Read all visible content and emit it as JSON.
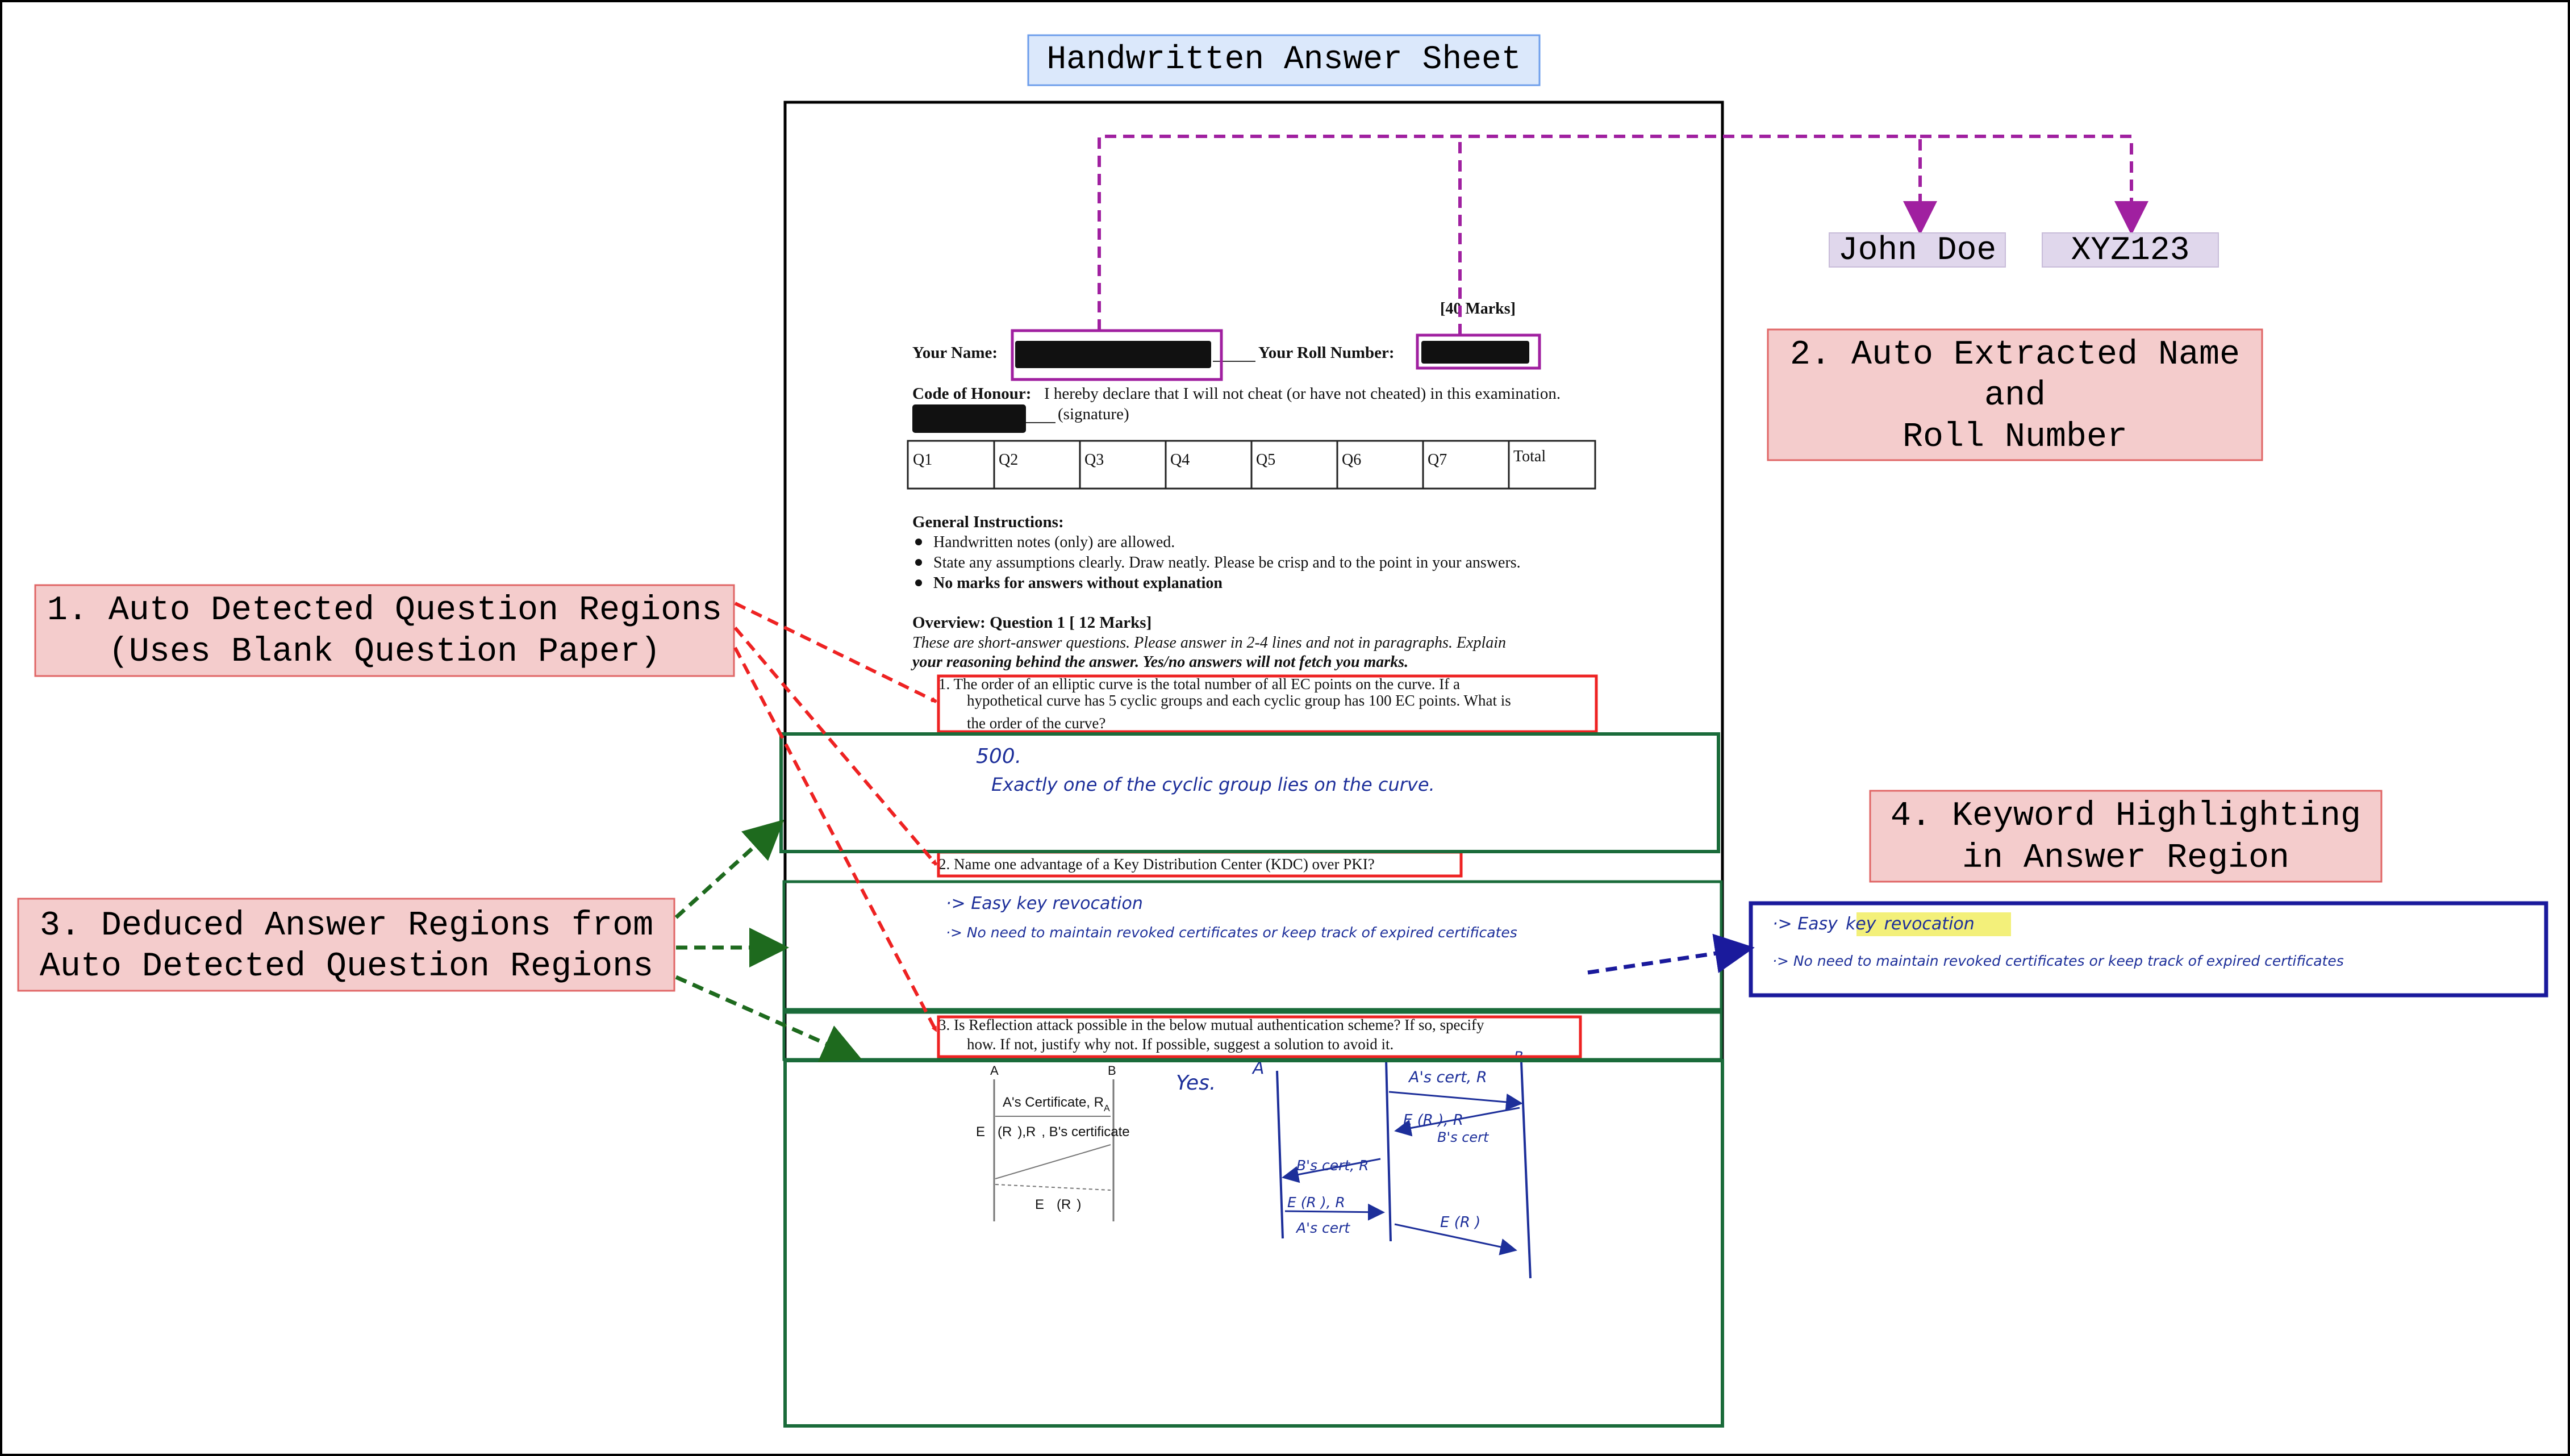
{
  "title": "Handwritten Answer Sheet",
  "callouts": {
    "question_regions": [
      "1. Auto Detected Question Regions",
      "(Uses Blank Question Paper)"
    ],
    "answer_regions": [
      "3. Deduced Answer Regions from",
      "Auto Detected Question Regions"
    ],
    "name_roll": [
      "2. Auto Extracted Name",
      "and",
      "Roll Number"
    ],
    "keyword": [
      "4. Keyword Highlighting",
      "in Answer Region"
    ]
  },
  "extracted": {
    "name": "John Doe",
    "roll": "XYZ123"
  },
  "sheet": {
    "marks": "[40 Marks]",
    "name_label": "Your Name:",
    "roll_label": "Your Roll Number:",
    "honour_label": "Code of Honour:",
    "honour_text": "I hereby declare that I will not cheat (or have not cheated) in this examination.",
    "signature": "(signature)",
    "score_headers": [
      "Q1",
      "Q2",
      "Q3",
      "Q4",
      "Q5",
      "Q6",
      "Q7",
      "Total"
    ],
    "instructions_title": "General Instructions:",
    "instructions": [
      "Handwritten notes (only) are allowed.",
      "State any assumptions clearly. Draw neatly. Please be crisp and to the point in your answers.",
      "No marks for answers without explanation"
    ],
    "overview_title": "Overview: Question 1 [ 12 Marks]",
    "overview_line1": "These are short-answer questions. Please answer in 2-4 lines and not in paragraphs. Explain",
    "overview_line2": "your reasoning behind the answer. Yes/no answers will not fetch you marks.",
    "q1": [
      "1.   The order of an elliptic curve is the total number of all EC points on the curve. If a",
      "hypothetical curve has 5 cyclic groups and each cyclic group has 100 EC points. What is",
      "the order of the curve?"
    ],
    "q2": "2.   Name one advantage of a Key Distribution Center (KDC) over PKI?",
    "q3": [
      "3.   Is Reflection attack possible in the below mutual authentication scheme? If so, specify",
      "how. If not, justify why not. If possible, suggest a solution to avoid it."
    ],
    "diagram": {
      "a": "A",
      "b": "B",
      "m1": "A's Certificate, R",
      "m1_sub": "A",
      "m2": "E",
      "m2_rest": "(R",
      "m2_tail": "),R",
      "m2_end": ", B's certificate",
      "m3": "E",
      "m3_rest": "(R",
      "m3_end": ")"
    }
  },
  "handwriting": {
    "a1_num": "500.",
    "a1_text": "Exactly one of the cyclic group lies on the curve.",
    "a2_line1": "·> Easy key revocation",
    "a2_line2": "·> No need to maintain revoked certificates or keep track of expired certificates",
    "a3_yes": "Yes.",
    "hand_a": "A",
    "hand_b": "B",
    "hand_m1": "A's cert, R",
    "hand_m2": "E  (R ), R",
    "hand_m2b": "B's cert",
    "hand_m3": "B's cert, R",
    "hand_m4": "E  (R ), R",
    "hand_m4b": "A's cert",
    "hand_m5": "E  (R )"
  },
  "highlight": {
    "line1_prefix": "·> Easy",
    "keyword": "key",
    "keyword2": "revocation",
    "line2": "·> No need to maintain revoked certificates or keep track of expired certificates"
  },
  "colors": {
    "callout_fill": "#f4cccc",
    "callout_border": "#e06666",
    "title_fill": "#dbe8fb",
    "title_border": "#6d9eeb",
    "extract_fill": "#e0d7ec",
    "purple": "#a020a0",
    "red": "#ee2222",
    "green": "#1a6b3a",
    "arrow_green": "#1e6a1e",
    "blue": "#1a1a9c",
    "ink": "#1d2f9a",
    "highlight": "#f3f07a"
  }
}
